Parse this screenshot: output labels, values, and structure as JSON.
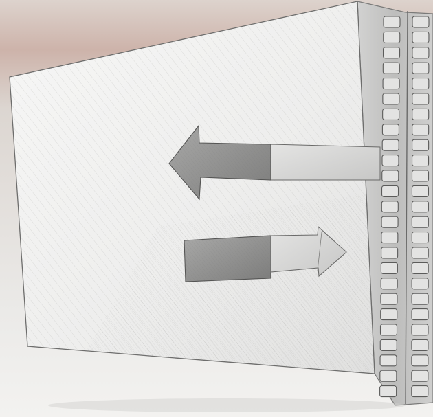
{
  "scene": {
    "subject": "panel-sketch",
    "colors": {
      "background_top": "#d9cfc8",
      "background_warm": "#c9aea4",
      "background_bottom": "#f1f0ee",
      "panel_front": "#f4f4f3",
      "panel_shade": "#d7d7d6",
      "pencil_dark": "#5a5a5a",
      "pencil_mid": "#8d8d8d",
      "cell_fill": "#e2e2e1"
    },
    "arrows": [
      {
        "name": "arrow-left",
        "direction": "left"
      },
      {
        "name": "arrow-right",
        "direction": "right"
      }
    ],
    "core_pattern": "honeycomb"
  }
}
